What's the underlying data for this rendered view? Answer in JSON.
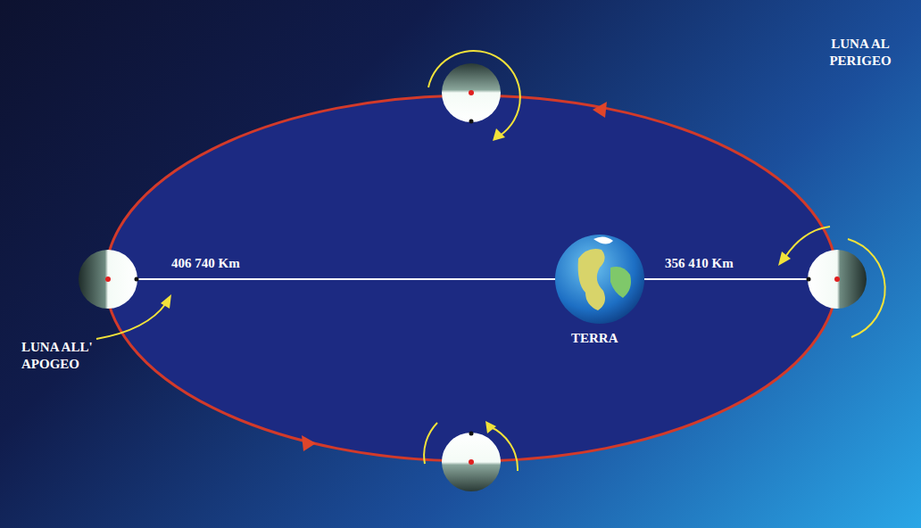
{
  "diagram": {
    "labels": [
      "406 740 Km",
      "356 410 Km",
      "LUNA AL PERIGEO",
      "LUNA ALL' APOGEO",
      "TERRA"
    ]
  }
}
